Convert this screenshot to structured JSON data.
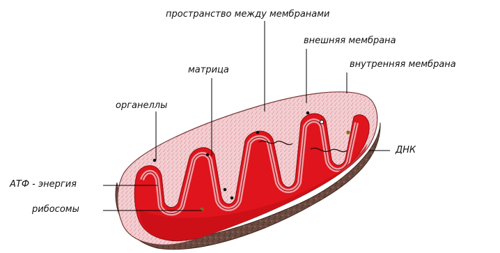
{
  "labels": {
    "intermembrane_space": "пространство между мембранами",
    "outer_membrane": "внешняя мембрана",
    "inner_membrane": "внутренняя мембрана",
    "matrix": "матрица",
    "organelles": "органеллы",
    "dna": "ДНК",
    "atp_energy": "АТФ - энергия",
    "ribosomes": "рибосомы"
  },
  "colors": {
    "outer_shell": "#5a3a30",
    "outer_membrane_surface": "#f2c9cc",
    "inner_matrix": "#e2171f",
    "cristae_light": "#f39aa0",
    "leader_lines": "#000000"
  }
}
